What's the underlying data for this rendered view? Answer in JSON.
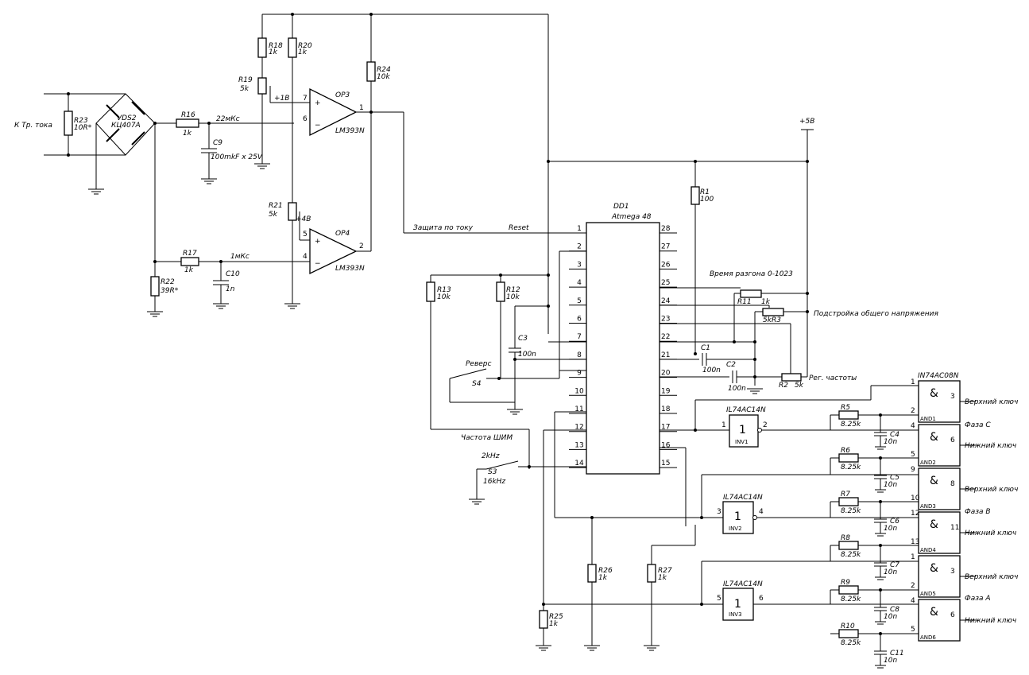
{
  "components": {
    "R23": {
      "ref": "R23",
      "val": "10R*"
    },
    "VDS2": {
      "ref": "VDS2",
      "val": "КЦ407А"
    },
    "R16": {
      "ref": "R16",
      "val": "1k"
    },
    "C9": {
      "ref": "C9",
      "val": "100mkF x 25V"
    },
    "R18": {
      "ref": "R18",
      "val": "1k"
    },
    "R20": {
      "ref": "R20",
      "val": "1k"
    },
    "R19": {
      "ref": "R19",
      "val": "5k"
    },
    "R24": {
      "ref": "R24",
      "val": "10k"
    },
    "OP3": {
      "ref": "OP3",
      "val": "LM393N"
    },
    "R21": {
      "ref": "R21",
      "val": "5k"
    },
    "OP4": {
      "ref": "OP4",
      "val": "LM393N"
    },
    "R17": {
      "ref": "R17",
      "val": "1k"
    },
    "C10": {
      "ref": "C10",
      "val": "1n"
    },
    "R22": {
      "ref": "R22",
      "val": "39R*"
    },
    "DD1": {
      "ref": "DD1",
      "val": "Atmega 48"
    },
    "R1": {
      "ref": "R1",
      "val": "100"
    },
    "R13": {
      "ref": "R13",
      "val": "10k"
    },
    "R12": {
      "ref": "R12",
      "val": "10k"
    },
    "C3": {
      "ref": "C3",
      "val": "100n"
    },
    "C1": {
      "ref": "C1",
      "val": "100n"
    },
    "C2": {
      "ref": "C2",
      "val": "100n"
    },
    "R11": {
      "ref": "R11",
      "val": "1k"
    },
    "R3": {
      "ref": "R3",
      "val": "5k"
    },
    "R2": {
      "ref": "R2",
      "val": "5k"
    },
    "R5": {
      "ref": "R5",
      "val": "8.25k"
    },
    "R6": {
      "ref": "R6",
      "val": "8.25k"
    },
    "R7": {
      "ref": "R7",
      "val": "8.25k"
    },
    "R8": {
      "ref": "R8",
      "val": "8.25k"
    },
    "R9": {
      "ref": "R9",
      "val": "8.25k"
    },
    "R10": {
      "ref": "R10",
      "val": "8.25k"
    },
    "C4": {
      "ref": "C4",
      "val": "10n"
    },
    "C5": {
      "ref": "C5",
      "val": "10n"
    },
    "C6": {
      "ref": "C6",
      "val": "10n"
    },
    "C7": {
      "ref": "C7",
      "val": "10n"
    },
    "C8": {
      "ref": "C8",
      "val": "10n"
    },
    "C11": {
      "ref": "C11",
      "val": "10n"
    },
    "R26": {
      "ref": "R26",
      "val": "1k"
    },
    "R27": {
      "ref": "R27",
      "val": "1k"
    },
    "R25": {
      "ref": "R25",
      "val": "1k"
    },
    "INV1": {
      "ref": "INV1",
      "part": "IL74AC14N",
      "sym": "1"
    },
    "INV2": {
      "ref": "INV2",
      "part": "IL74AC14N",
      "sym": "1"
    },
    "INV3": {
      "ref": "INV3",
      "part": "IL74AC14N",
      "sym": "1"
    },
    "S4": {
      "ref": "S4",
      "name": "Реверс"
    },
    "S3": {
      "ref": "S3",
      "pos1": "2kHz",
      "pos2": "16kHz"
    },
    "AND": {
      "part": "IN74AC08N",
      "sym": "&",
      "gates": [
        "AND1",
        "AND2",
        "AND3",
        "AND4",
        "AND5",
        "AND6"
      ]
    }
  },
  "labels": {
    "input": "К Тр. тока",
    "t22": "22мКс",
    "t1": "1мКс",
    "v1": "+1В",
    "v4": "+4В",
    "vcc": "+5В",
    "protect": "Защита по току",
    "reset": "Reset",
    "accel": "Время разгона 0-1023",
    "trim": "Подстройка общего напряжения",
    "freq": "Рег. частоты",
    "pwm": "Частота ШИМ",
    "phaseC": "Фаза С",
    "phaseB": "Фаза В",
    "phaseA": "Фаза А",
    "upper": "Верхний ключ",
    "lower": "Нижний ключ"
  },
  "mcu_pins_left": [
    "1",
    "2",
    "3",
    "4",
    "5",
    "6",
    "7",
    "8",
    "9",
    "10",
    "11",
    "12",
    "13",
    "14"
  ],
  "mcu_pins_right": [
    "28",
    "27",
    "26",
    "25",
    "24",
    "23",
    "22",
    "21",
    "20",
    "19",
    "18",
    "17",
    "16",
    "15"
  ],
  "pins": {
    "p1": "1",
    "p2": "2",
    "p3": "3",
    "p4": "4",
    "p5": "5",
    "p6": "6",
    "p7": "7",
    "p8": "8",
    "p9": "9",
    "p10": "10",
    "p11": "11",
    "p12": "12",
    "p13": "13"
  }
}
